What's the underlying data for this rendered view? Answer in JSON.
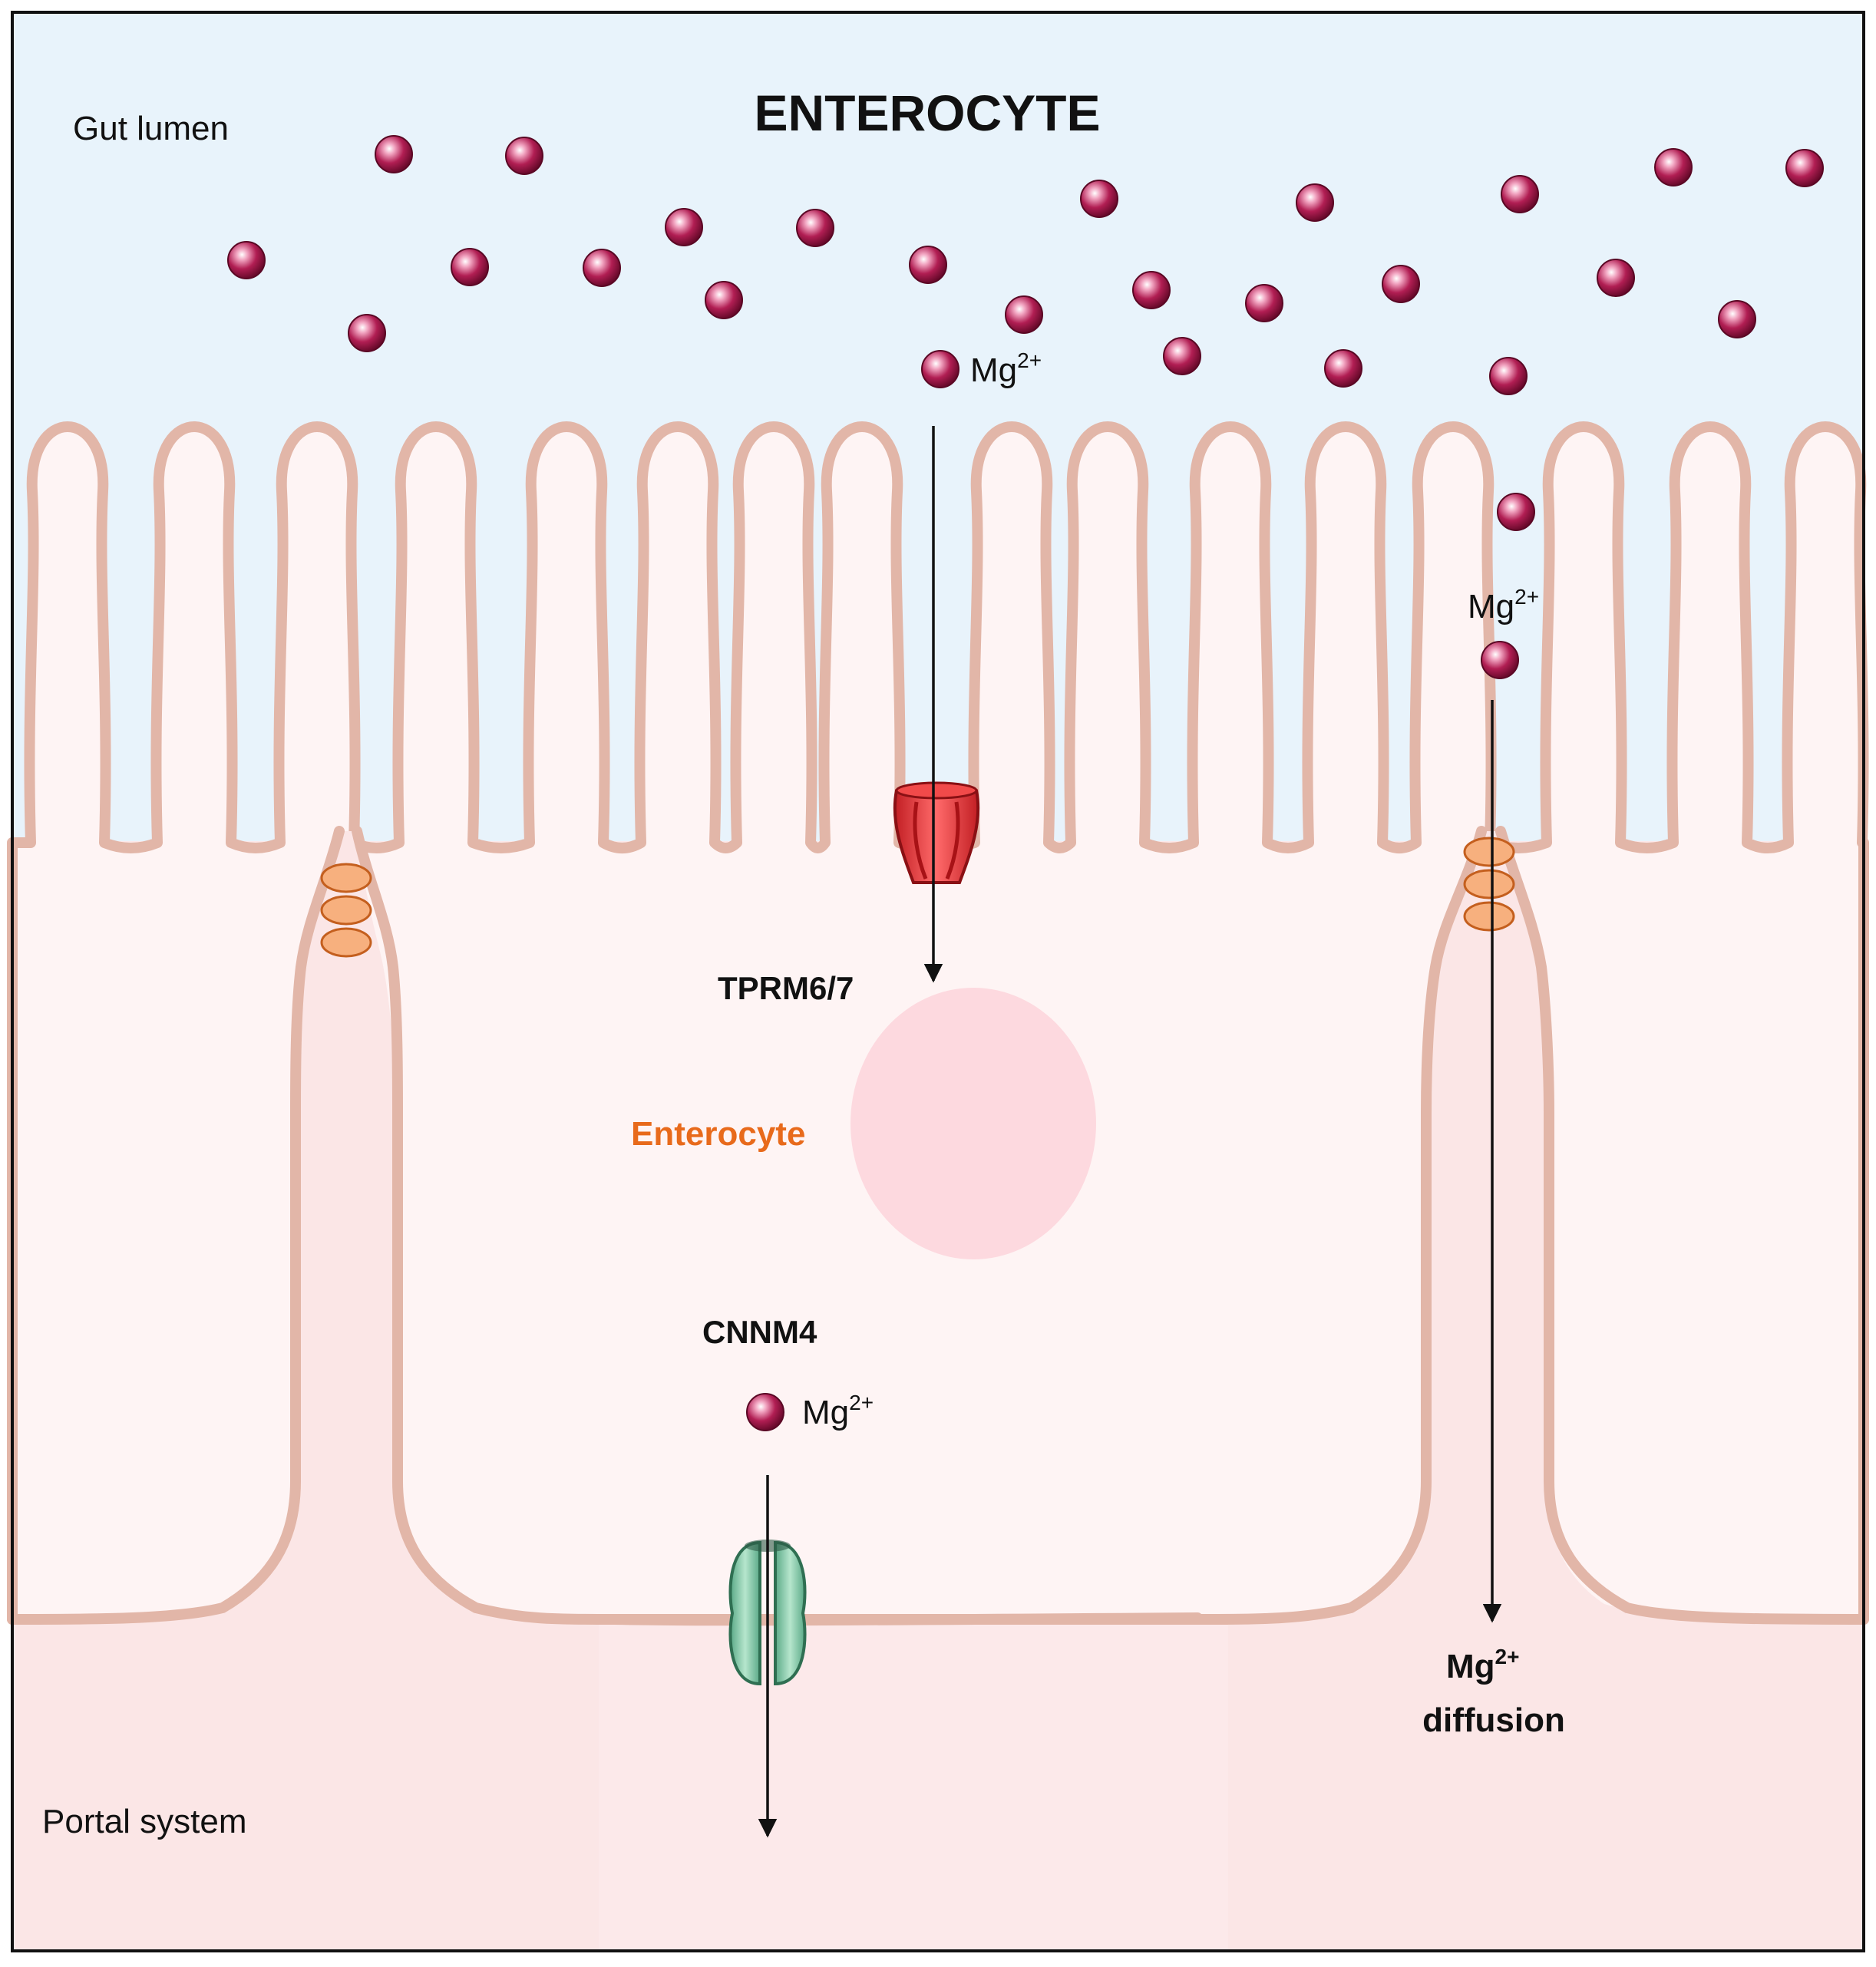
{
  "title": "ENTEROCYTE",
  "regions": {
    "lumen": "Gut lumen",
    "cell": "Enterocyte",
    "portal": "Portal system"
  },
  "labels": {
    "transporter_apical": "TPRM6/7",
    "transporter_basolateral": "CNNM4",
    "ion_base": "Mg",
    "ion_charge": "2+",
    "diffusion_word": "diffusion"
  },
  "colors": {
    "lumen_bg": "#e8f3fb",
    "cell_bg": "#fef4f4",
    "portal_bg": "#fce9ea",
    "membrane": "#e2b6a8",
    "ion": "#a3174a",
    "nucleus": "#fdd9df",
    "apical_channel": "#e53c3c",
    "basolateral_channel": "#8fcfb0",
    "tight_junction": "#f5ab7a",
    "cell_label": "#e86a1b"
  },
  "icons": {
    "ion": "magnesium-ion-icon",
    "apical_channel": "trpm-channel-icon",
    "basolateral_channel": "cnnm4-transporter-icon",
    "tight_junction": "tight-junction-icon"
  }
}
